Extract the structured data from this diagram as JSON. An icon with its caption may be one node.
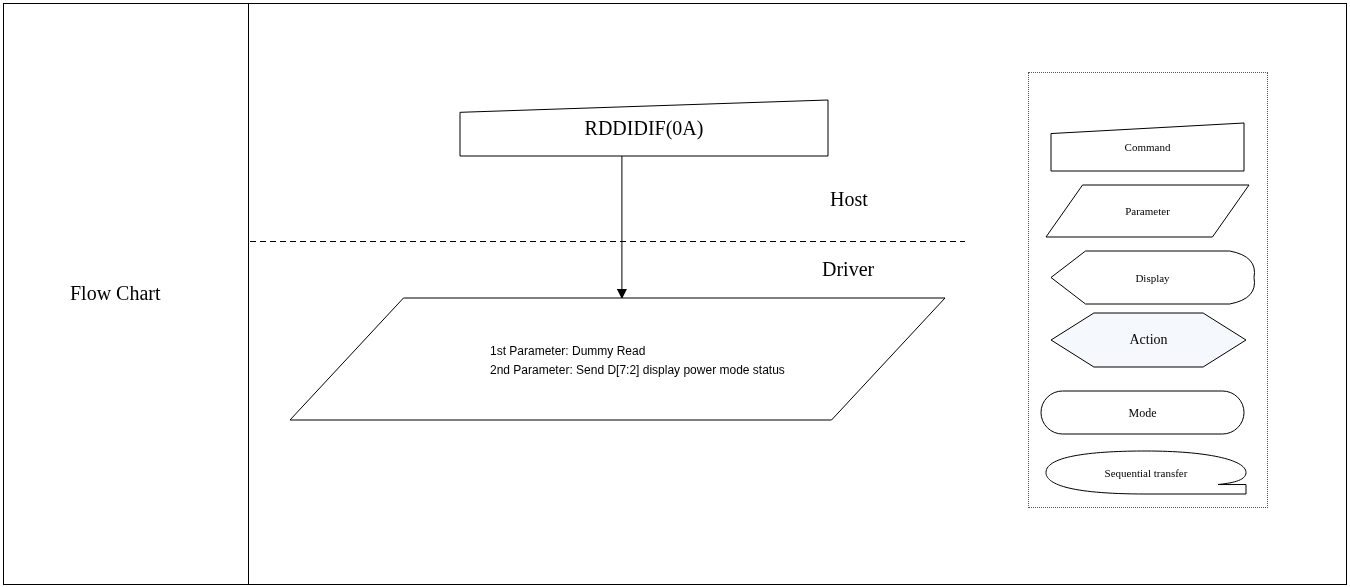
{
  "diagram": {
    "nodes": [
      {
        "text": [
          "RDDIDIF(0A)"
        ]
      },
      {
        "text": [
          "1st Parameter: Dummy Read",
          "2nd Parameter: Send D[7:2] display power mode status"
        ]
      },
      {
        "text": [],
        "shape": "box"
      },
      {
        "text": [
          "Command"
        ],
        "in": 2
      },
      {
        "text": [
          "Parameter"
        ],
        "in": 2
      },
      {
        "text": [
          "Display"
        ],
        "in": 2
      },
      {
        "text": [
          "Action"
        ],
        "in": 2
      },
      {
        "text": [
          "Mode"
        ],
        "in": 2
      },
      {
        "text": [
          "Sequential transfer"
        ],
        "in": 2
      }
    ],
    "edges": [
      {
        "from": 0,
        "to": 1,
        "arrow": "to"
      }
    ],
    "labels": [
      "Flow Chart",
      "Host",
      "Driver"
    ]
  }
}
